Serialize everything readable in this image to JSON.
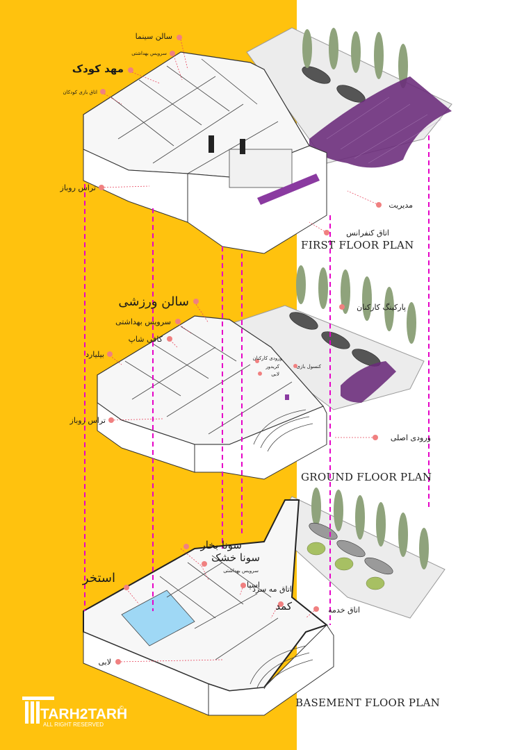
{
  "colors": {
    "background_left": "#FFC20E",
    "background_right": "#FFFFFF",
    "guide_line": "#E600C8",
    "marker": "#F08080",
    "canopy": "#6A2A7A",
    "pool": "#9FD8F5",
    "tree": "#8FA37C"
  },
  "floors": {
    "first": {
      "title": "FIRST FLOOR PLAN",
      "labels": [
        "سالن سینما",
        "سرویس بهداشتی",
        "مهد کودک",
        "اتاق بازی کودکان",
        "تراس روباز",
        "مدیریت",
        "اتاق کنفرانس"
      ]
    },
    "ground": {
      "title": "GROUND FLOOR PLAN",
      "labels": [
        "سالن ورزشی",
        "سرویس بهداشتی",
        "کافی شاپ",
        "بیلیارد",
        "تراس روباز",
        "پارکینگ کارکنان",
        "ورودی کارکنان",
        "کریدور",
        "لابی",
        "کنسول بازی",
        "ورودی اصلی"
      ]
    },
    "basement": {
      "title": "BASEMENT FLOOR PLAN",
      "labels": [
        "سونا بخار",
        "سونا خشک",
        "سرویس بهداشتی",
        "استخر",
        "اسپا",
        "اتاق مه سرد",
        "کمد",
        "اتاق خدمه",
        "لابی"
      ]
    }
  },
  "logo": {
    "brand": "TARH2TARH",
    "tagline": "ALL RIGHT RESERVED",
    "registered": "©"
  }
}
